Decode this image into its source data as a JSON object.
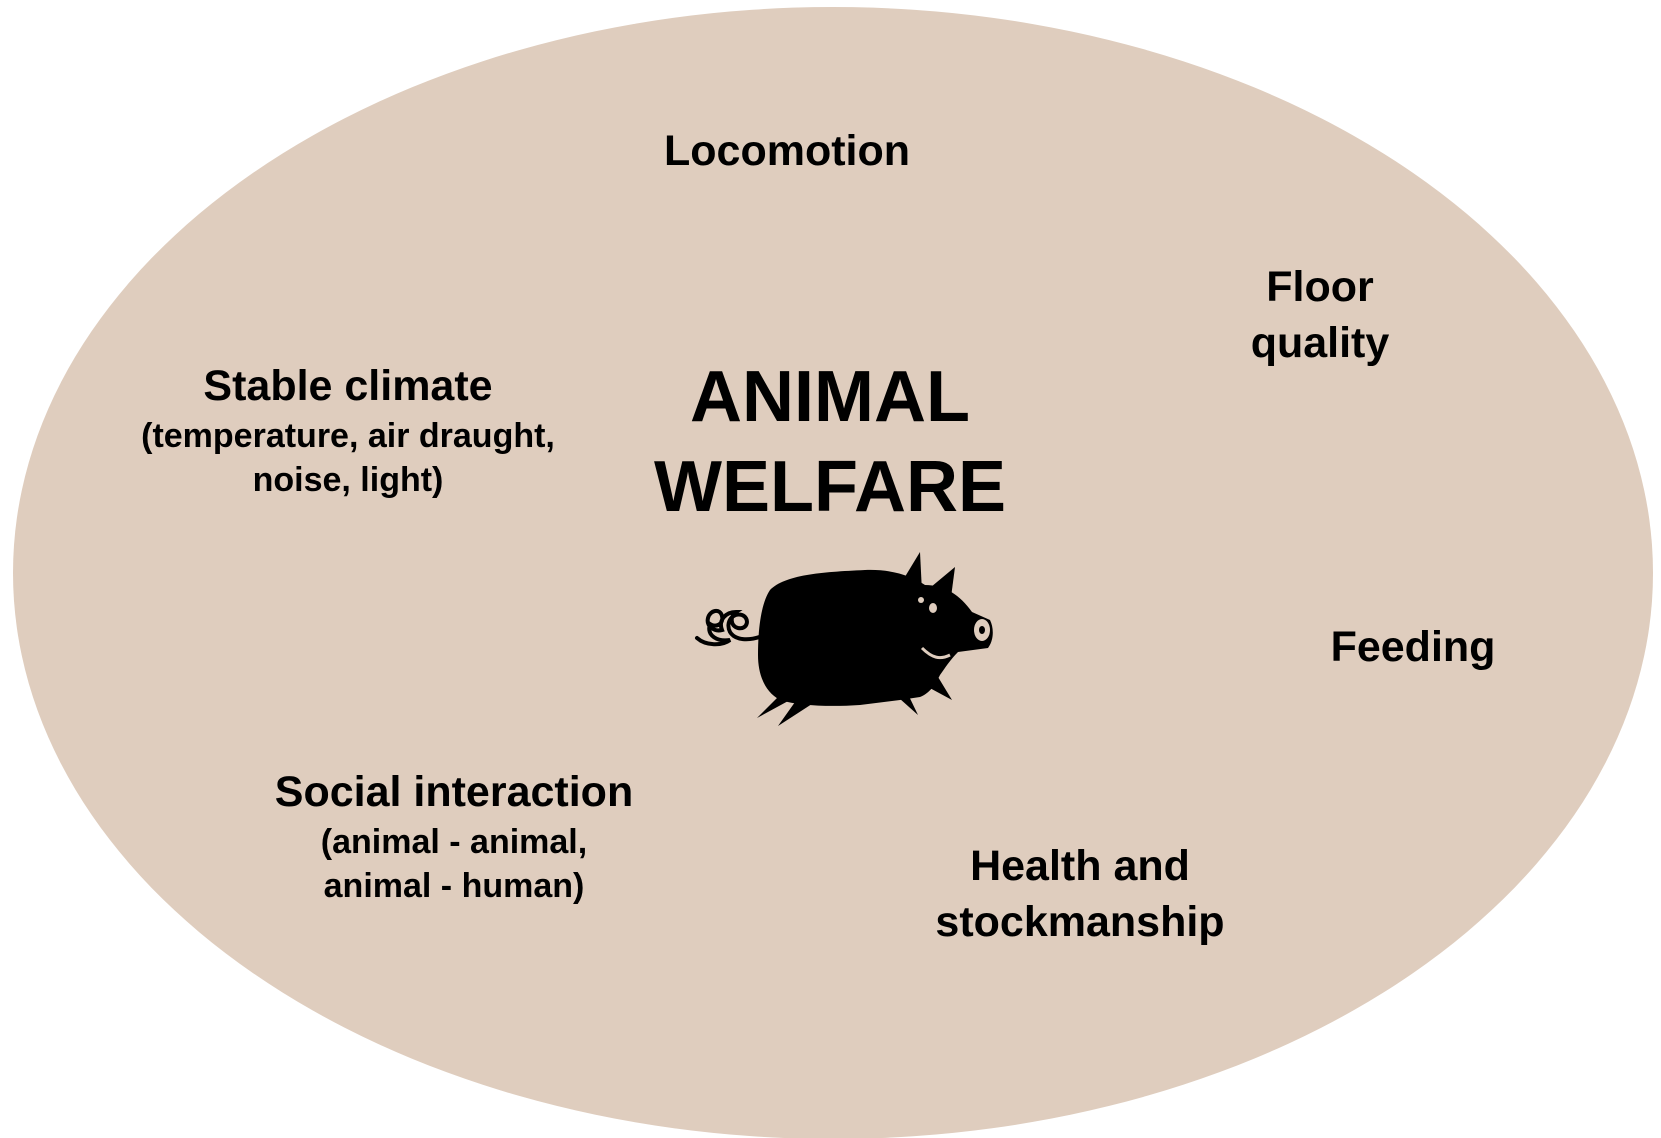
{
  "colors": {
    "ellipse_fill": "#dfcdbe",
    "text": "#000000",
    "pig": "#000000"
  },
  "center": {
    "line1": "ANIMAL",
    "line2": "WELFARE",
    "icon": "pig-icon"
  },
  "factors": {
    "locomotion": {
      "title": "Locomotion"
    },
    "floor_quality": {
      "line1": "Floor",
      "line2": "quality"
    },
    "stable_climate": {
      "title": "Stable climate",
      "detail1": "(temperature, air draught,",
      "detail2": "noise, light)"
    },
    "feeding": {
      "title": "Feeding"
    },
    "social_interaction": {
      "title": "Social interaction",
      "detail1": "(animal - animal,",
      "detail2": "animal - human)"
    },
    "health_stockmanship": {
      "line1": "Health and",
      "line2": "stockmanship"
    }
  }
}
